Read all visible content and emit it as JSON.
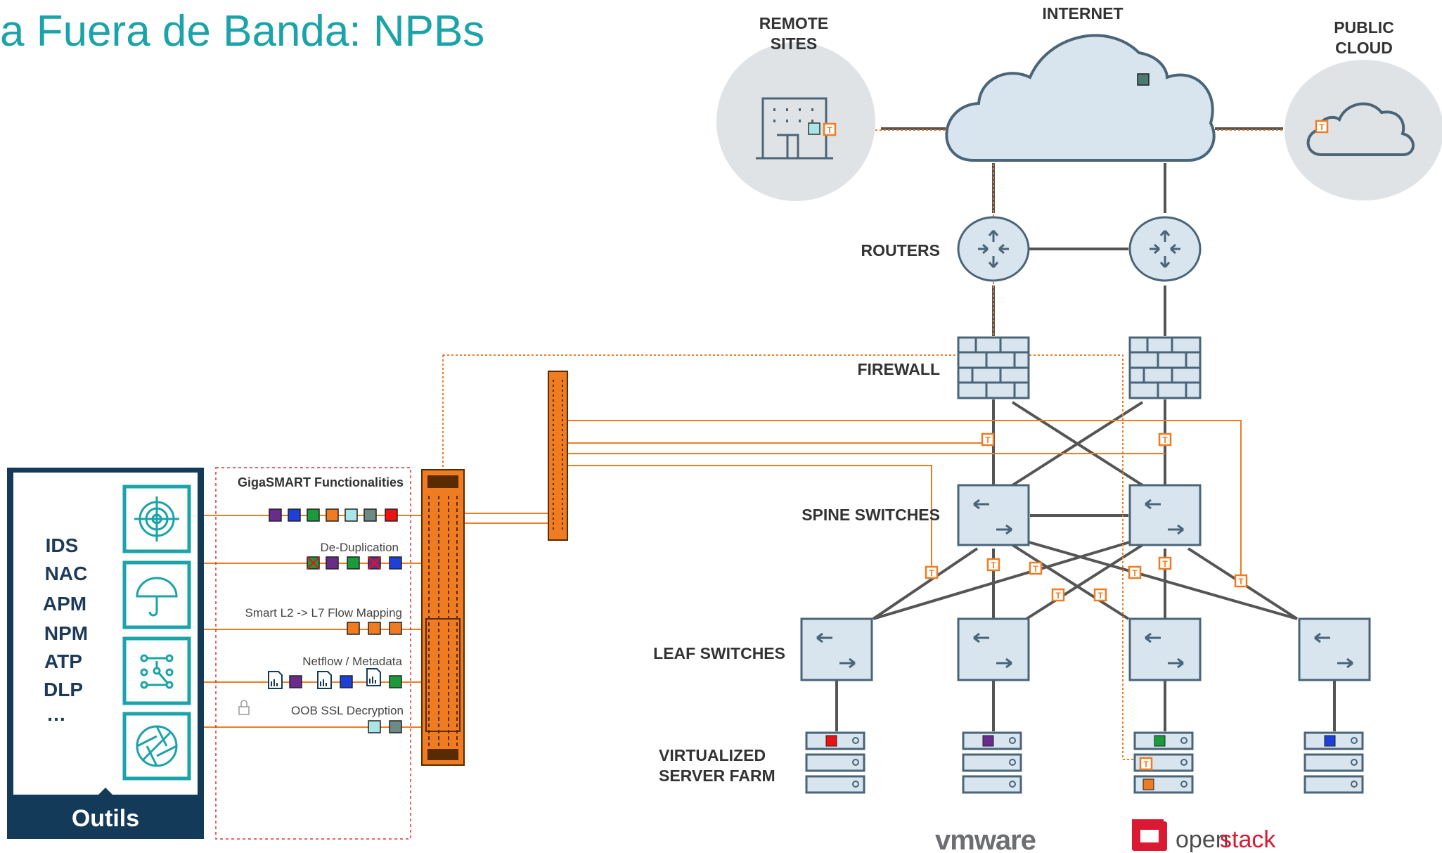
{
  "title": "a Fuera de Banda: NPBs",
  "labels": {
    "internet": "INTERNET",
    "remote_sites_1": "REMOTE",
    "remote_sites_2": "SITES",
    "public_cloud_1": "PUBLIC",
    "public_cloud_2": "CLOUD",
    "routers": "ROUTERS",
    "firewall": "FIREWALL",
    "spine_switches": "SPINE SWITCHES",
    "leaf_switches": "LEAF SWITCHES",
    "server_farm_1": "VIRTUALIZED",
    "server_farm_2": "SERVER FARM"
  },
  "tools": {
    "items": [
      "IDS",
      "NAC",
      "APM",
      "NPM",
      "ATP",
      "DLP",
      "…"
    ],
    "footer": "Outils"
  },
  "gigasmart": {
    "title": "GigaSMART Functionalities",
    "dedup": "De-Duplication",
    "flow_mapping": "Smart L2 -> L7 Flow Mapping",
    "netflow": "Netflow / Metadata",
    "ssl": "OOB SSL Decryption"
  },
  "tap_marker": "T",
  "logos": {
    "vmware": "vmware",
    "openstack_a": "open",
    "openstack_b": "stack"
  },
  "colors": {
    "teal": "#1aa3a8",
    "navy": "#143a5a",
    "orange": "#f07c22",
    "device_fill": "#d8e5ef",
    "device_stroke": "#4a6478",
    "cloud_bg": "#e0e3e6",
    "line": "#555555"
  }
}
